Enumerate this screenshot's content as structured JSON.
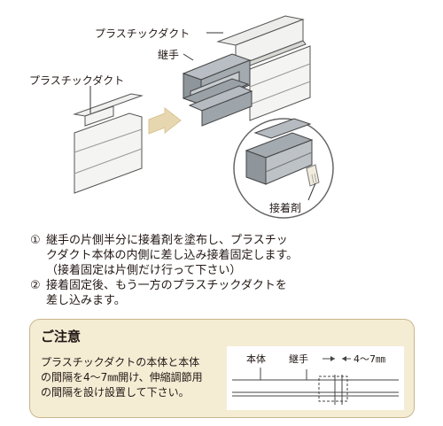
{
  "labels": {
    "duct_top": "プラスチックダクト",
    "joint": "継手",
    "duct_left": "プラスチックダクト",
    "adhesive": "接着剤"
  },
  "steps": [
    {
      "num": "①",
      "lines": [
        "継手の片側半分に接着剤を塗布し、プラスチッ",
        "クダクト本体の内側に差し込み接着固定します。",
        "（接着固定は片側だけ行って下さい）"
      ]
    },
    {
      "num": "②",
      "lines": [
        "接着固定後、もう一方のプラスチックダクトを",
        "差し込みます。"
      ]
    }
  ],
  "note": {
    "title": "ご注意",
    "body": [
      "プラスチックダクトの本体と本体",
      "の間隔を4〜7㎜開け、伸縮調節用",
      "の間隔を設け設置して下さい。"
    ],
    "diagram": {
      "body_label": "本体",
      "joint_label": "継手",
      "gap_label": "4〜7㎜"
    }
  }
}
